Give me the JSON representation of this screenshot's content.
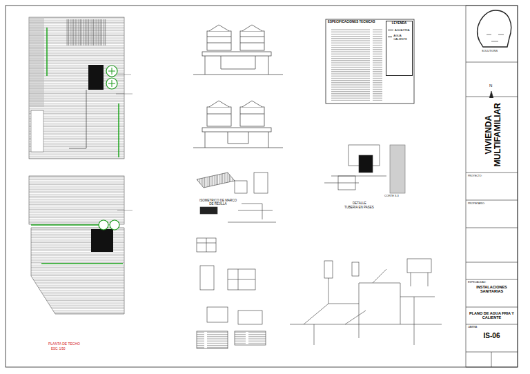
{
  "diagram": {
    "nodes": [
      {
        "text": [
          "VIVIENDA MULTIFAMILIAR"
        ]
      },
      {
        "text": [
          "INSTALACIONES SANITARIAS"
        ]
      },
      {
        "text": [
          "PLANO DE AGUA FRIA Y CALIENTE"
        ]
      },
      {
        "text": [
          "IS-06"
        ]
      },
      {
        "text": [
          "ESPECIFICACIONES TECNICAS"
        ]
      },
      {
        "text": [
          "LEYENDA"
        ],
        "in": 4
      }
    ],
    "labels": [
      "PLANTA DE TECHO",
      "ESC: 1/50",
      "ISOMETRICO DE MARCO DE REJILLA",
      "DETALLE",
      "TUBERIA EN PASES",
      "CORTE 3-3",
      "N",
      "SOLUTIONS",
      "PROYECTO:",
      "PROPIETARIO:",
      "ESPECIALIDAD:",
      "LAMINA:"
    ],
    "legend": [
      {
        "text": "AGUA FRIA"
      },
      {
        "text": "AGUA CALIENTE"
      }
    ]
  }
}
